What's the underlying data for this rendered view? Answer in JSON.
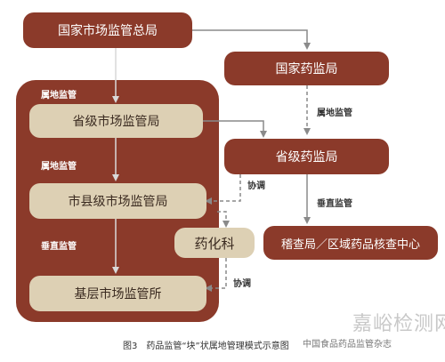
{
  "nodes": {
    "samr": "国家市场监管总局",
    "nmpa": "国家药监局",
    "prov_market": "省级市场监管局",
    "prov_drug": "省级药监局",
    "county": "市县级市场监管局",
    "yaohuake": "药化科",
    "inspection": "稽查局／区域药品核查中心",
    "grassroots": "基层市场监管所"
  },
  "labels": {
    "container_top": "属地监管",
    "container_mid": "属地监管",
    "container_bottom": "垂直监管",
    "nmpa_to_prov": "属地监管",
    "prov_to_inspection": "垂直监管",
    "coord_upper": "协调",
    "coord_lower": "协调"
  },
  "caption": "图3　药品监管“块”状属地管理模式示意图",
  "watermark": {
    "main": "嘉峪检测网",
    "sub": "中国食品药品监管杂志"
  },
  "colors": {
    "dark": "#8b3a2a",
    "light": "#ddd0b4",
    "arrow": "#8a8a8a"
  }
}
